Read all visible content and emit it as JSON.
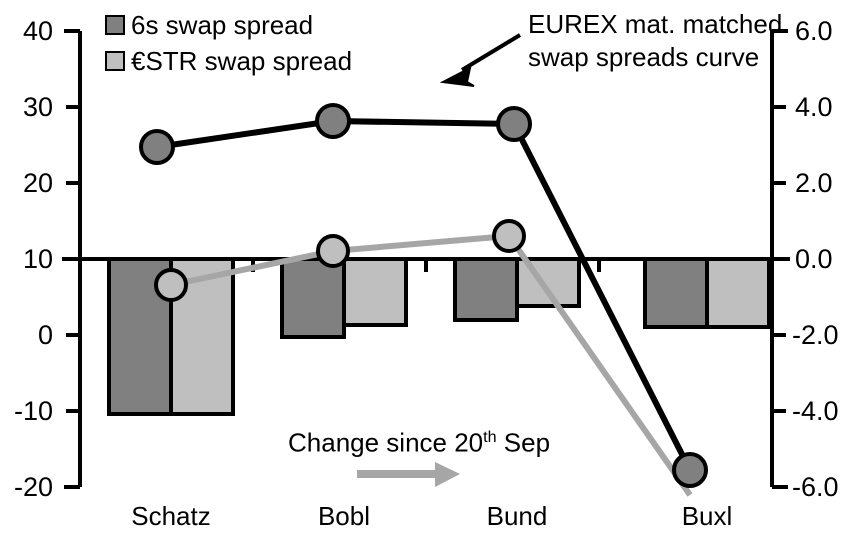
{
  "chart_data": {
    "type": "bar",
    "title": "",
    "xlabel": "",
    "ylabel": "",
    "categories": [
      "Schatz",
      "Bobl",
      "Bund",
      "Buxl"
    ],
    "grid": false,
    "legend_position": "top-left",
    "left_axis": {
      "label": "",
      "ylim": [
        -20,
        40
      ],
      "ticks": [
        "40",
        "30",
        "20",
        "10",
        "0",
        "-10",
        "-20"
      ],
      "tick_values": [
        40,
        30,
        20,
        10,
        0,
        -10,
        -20
      ]
    },
    "right_axis": {
      "label": "",
      "ylim": [
        -6.0,
        6.0
      ],
      "ticks": [
        "6.0",
        "4.0",
        "2.0",
        "0.0",
        "-2.0",
        "-4.0",
        "-6.0"
      ],
      "tick_values": [
        6.0,
        4.0,
        2.0,
        0.0,
        -2.0,
        -4.0,
        -6.0
      ]
    },
    "series": [
      {
        "name": "6s swap spread",
        "kind": "bar",
        "axis": "right",
        "color": "#808080",
        "values": [
          -4.1,
          -1.9,
          -1.4,
          -1.7
        ]
      },
      {
        "name": "€STR swap spread",
        "kind": "bar",
        "axis": "right",
        "color": "#bfbfbf",
        "values": [
          -4.1,
          -1.6,
          -1.1,
          -1.7
        ]
      },
      {
        "name": "EUREX mat. matched swap spreads curve",
        "kind": "line",
        "axis": "left",
        "color": "#000000",
        "values": [
          24.5,
          28.0,
          27.3,
          -18.0
        ]
      },
      {
        "name": "Change since 20th Sep",
        "kind": "line",
        "axis": "right",
        "color": "#a6a6a6",
        "values": [
          -0.8,
          0.05,
          0.4,
          -6.2
        ]
      }
    ]
  },
  "legend": {
    "items": [
      {
        "label": "6s swap spread",
        "color": "#808080"
      },
      {
        "label": "€STR swap spread",
        "color": "#bfbfbf"
      }
    ]
  },
  "annotations": {
    "curve_note_line1": "EUREX mat. matched",
    "curve_note_line2": "swap spreads curve",
    "change_note_pre": "Change since 20",
    "change_note_sup": "th",
    "change_note_post": " Sep"
  },
  "colors": {
    "bar_dark": "#808080",
    "bar_light": "#bfbfbf",
    "line_black": "#000000",
    "line_gray": "#a6a6a6",
    "marker_fill": "#808080",
    "marker_fill_gray": "#bfbfbf",
    "axis": "#000000"
  }
}
